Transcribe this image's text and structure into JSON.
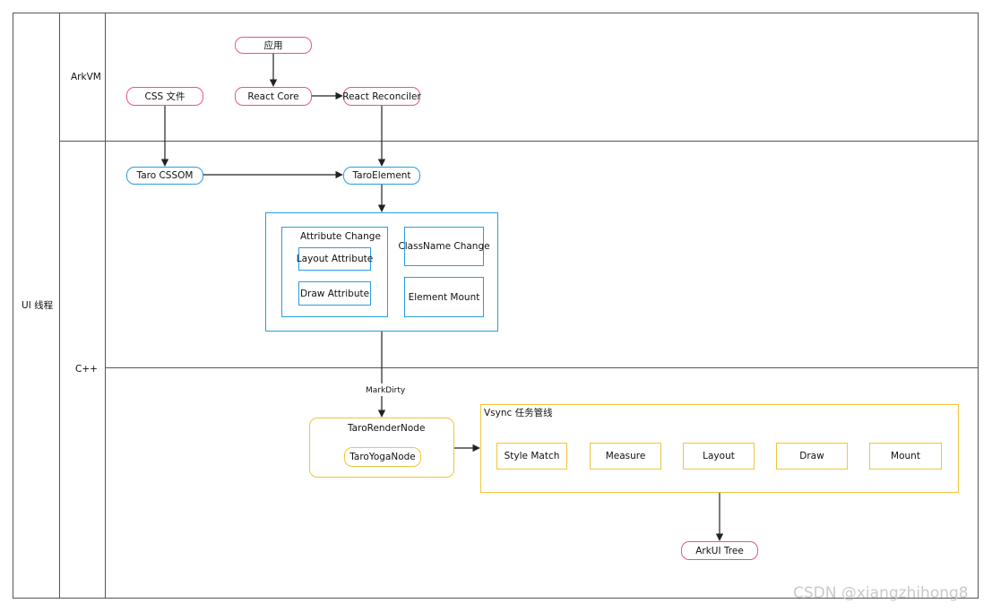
{
  "lanes": {
    "thread_label": "UI 线程",
    "arkvm_label": "ArkVM",
    "cpp_label": "C++"
  },
  "nodes": {
    "app": "应用",
    "css_file": "CSS 文件",
    "react_core": "React Core",
    "react_reconciler": "React Reconciler",
    "taro_cssom": "Taro CSSOM",
    "taro_element": "TaroElement",
    "attribute_change": "Attribute Change",
    "layout_attribute": "Layout Attribute",
    "draw_attribute": "Draw Attribute",
    "classname_change": "ClassName Change",
    "element_mount": "Element Mount",
    "mark_dirty": "MarkDirty",
    "taro_render_node": "TaroRenderNode",
    "taro_yoga_node": "TaroYogaNode",
    "vsync_title": "Vsync 任务管线",
    "style_match": "Style Match",
    "measure": "Measure",
    "layout": "Layout",
    "draw": "Draw",
    "mount": "Mount",
    "arkui_tree": "ArkUI Tree"
  },
  "watermark": "CSDN @xiangzhihong8",
  "colors": {
    "arkvm_node": "#e8577a",
    "cpp_node": "#2a9de0",
    "render_node": "#f1c53a",
    "lines": "#555555"
  }
}
